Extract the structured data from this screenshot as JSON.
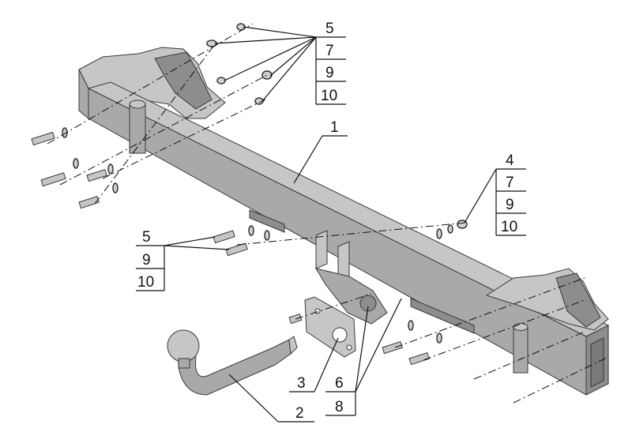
{
  "callouts": {
    "top_right_group": [
      "5",
      "7",
      "9",
      "10"
    ],
    "right_group": [
      "4",
      "7",
      "9",
      "10"
    ],
    "left_group": [
      "5",
      "9",
      "10"
    ],
    "beam": "1",
    "ball": "2",
    "plate": "3",
    "mid_group": [
      "6",
      "8"
    ]
  },
  "colors": {
    "metal_body": "#a9a9a9",
    "metal_top": "#c6c6c6",
    "metal_dark": "#8d8d8d",
    "line": "#111111"
  }
}
